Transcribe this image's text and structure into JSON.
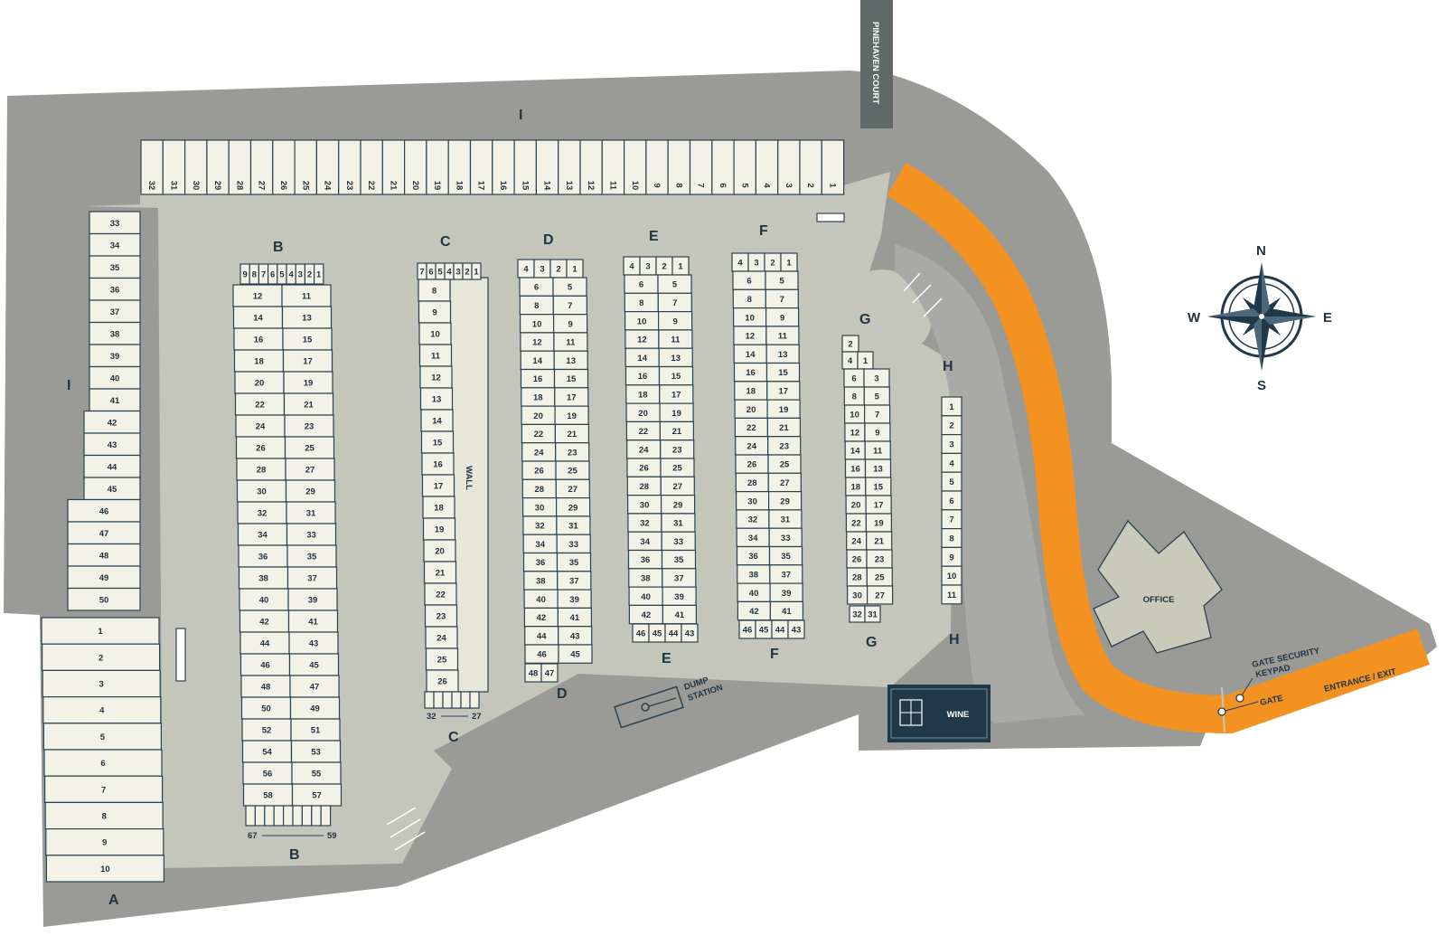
{
  "colors": {
    "outer_lot": "#9a9b96",
    "inner_lot": "#c4c5bb",
    "road_strip": "#5f6968",
    "drive_lane": "#f39221",
    "slot_fill": "#f2f2e6",
    "slot_stroke": "#2b4250",
    "wine_building": "#20394a",
    "compass": "#20394a"
  },
  "road_label": "PINEHAVEN COURT",
  "compass": {
    "n": "N",
    "s": "S",
    "e": "E",
    "w": "W",
    "icon": "compass-rose-icon"
  },
  "labels": {
    "office": "OFFICE",
    "wine": "WINE",
    "wall": "WALL",
    "dump_station_line1": "DUMP",
    "dump_station_line2": "STATION",
    "gate": "GATE",
    "gate_keypad_line1": "GATE SECURITY",
    "gate_keypad_line2": "KEYPAD",
    "entrance_exit": "ENTRANCE / EXIT"
  },
  "row_labels": {
    "i_top": "I",
    "i_left": "I",
    "a": "A",
    "b_top": "B",
    "b_bottom": "B",
    "c_top": "C",
    "c_bottom": "C",
    "d_top": "D",
    "d_bottom": "D",
    "e_top": "E",
    "e_bottom": "E",
    "f_top": "F",
    "f_bottom": "F",
    "g_top": "G",
    "g_bottom": "G",
    "h_top": "H",
    "h_bottom": "H"
  },
  "rows": {
    "I_top": [
      "32",
      "31",
      "30",
      "29",
      "28",
      "27",
      "26",
      "25",
      "24",
      "23",
      "22",
      "21",
      "20",
      "19",
      "18",
      "17",
      "16",
      "15",
      "14",
      "13",
      "12",
      "11",
      "10",
      "9",
      "8",
      "7",
      "6",
      "5",
      "4",
      "3",
      "2",
      "1"
    ],
    "I_left": [
      "33",
      "34",
      "35",
      "36",
      "37",
      "38",
      "39",
      "40",
      "41",
      "42",
      "43",
      "44",
      "45",
      "46",
      "47",
      "48",
      "49",
      "50"
    ],
    "A": [
      "1",
      "2",
      "3",
      "4",
      "5",
      "6",
      "7",
      "8",
      "9",
      "10"
    ],
    "B_top": [
      "9",
      "8",
      "7",
      "6",
      "5",
      "4",
      "3",
      "2",
      "1"
    ],
    "B_left": [
      "12",
      "14",
      "16",
      "18",
      "20",
      "22",
      "24",
      "26",
      "28",
      "30",
      "32",
      "34",
      "36",
      "38",
      "40",
      "42",
      "44",
      "46",
      "48",
      "50",
      "52",
      "54",
      "56",
      "58"
    ],
    "B_right": [
      "11",
      "13",
      "15",
      "17",
      "19",
      "21",
      "23",
      "25",
      "27",
      "29",
      "31",
      "33",
      "35",
      "37",
      "39",
      "41",
      "43",
      "45",
      "47",
      "49",
      "51",
      "53",
      "55",
      "57"
    ],
    "B_bottom_range": [
      "67",
      "59"
    ],
    "C_top": [
      "7",
      "6",
      "5",
      "4",
      "3",
      "2",
      "1"
    ],
    "C_left": [
      "8",
      "9",
      "10",
      "11",
      "12",
      "13",
      "14",
      "15",
      "16",
      "17",
      "18",
      "19",
      "20",
      "21",
      "22",
      "23",
      "24",
      "25",
      "26"
    ],
    "C_bottom_range": [
      "32",
      "27"
    ],
    "D_top": [
      "4",
      "3",
      "2",
      "1"
    ],
    "D_left": [
      "6",
      "8",
      "10",
      "12",
      "14",
      "16",
      "18",
      "20",
      "22",
      "24",
      "26",
      "28",
      "30",
      "32",
      "34",
      "36",
      "38",
      "40",
      "42",
      "44",
      "46"
    ],
    "D_right": [
      "5",
      "7",
      "9",
      "11",
      "13",
      "15",
      "17",
      "19",
      "21",
      "23",
      "25",
      "27",
      "29",
      "31",
      "33",
      "35",
      "37",
      "39",
      "41",
      "43",
      "45"
    ],
    "D_bottom": [
      "48",
      "47"
    ],
    "E_top": [
      "4",
      "3",
      "2",
      "1"
    ],
    "E_left": [
      "6",
      "8",
      "10",
      "12",
      "14",
      "16",
      "18",
      "20",
      "22",
      "24",
      "26",
      "28",
      "30",
      "32",
      "34",
      "36",
      "38",
      "40",
      "42"
    ],
    "E_right": [
      "5",
      "7",
      "9",
      "11",
      "13",
      "15",
      "17",
      "19",
      "21",
      "23",
      "25",
      "27",
      "29",
      "31",
      "33",
      "35",
      "37",
      "39",
      "41"
    ],
    "E_bottom": [
      "46",
      "45",
      "44",
      "43"
    ],
    "F_top": [
      "4",
      "3",
      "2",
      "1"
    ],
    "F_left": [
      "6",
      "8",
      "10",
      "12",
      "14",
      "16",
      "18",
      "20",
      "22",
      "24",
      "26",
      "28",
      "30",
      "32",
      "34",
      "36",
      "38",
      "40",
      "42"
    ],
    "F_right": [
      "5",
      "7",
      "9",
      "11",
      "13",
      "15",
      "17",
      "19",
      "21",
      "23",
      "25",
      "27",
      "29",
      "31",
      "33",
      "35",
      "37",
      "39",
      "41"
    ],
    "F_bottom": [
      "46",
      "45",
      "44",
      "43"
    ],
    "G_top": [
      "2"
    ],
    "G_pair_top": [
      "4",
      "1"
    ],
    "G_left": [
      "6",
      "8",
      "10",
      "12",
      "14",
      "16",
      "18",
      "20",
      "22",
      "24",
      "26",
      "28",
      "30"
    ],
    "G_right": [
      "3",
      "5",
      "7",
      "9",
      "11",
      "13",
      "15",
      "17",
      "19",
      "21",
      "23",
      "25",
      "27"
    ],
    "G_bottom": [
      "32",
      "31"
    ],
    "H": [
      "1",
      "2",
      "3",
      "4",
      "5",
      "6",
      "7",
      "8",
      "9",
      "10",
      "11"
    ]
  }
}
